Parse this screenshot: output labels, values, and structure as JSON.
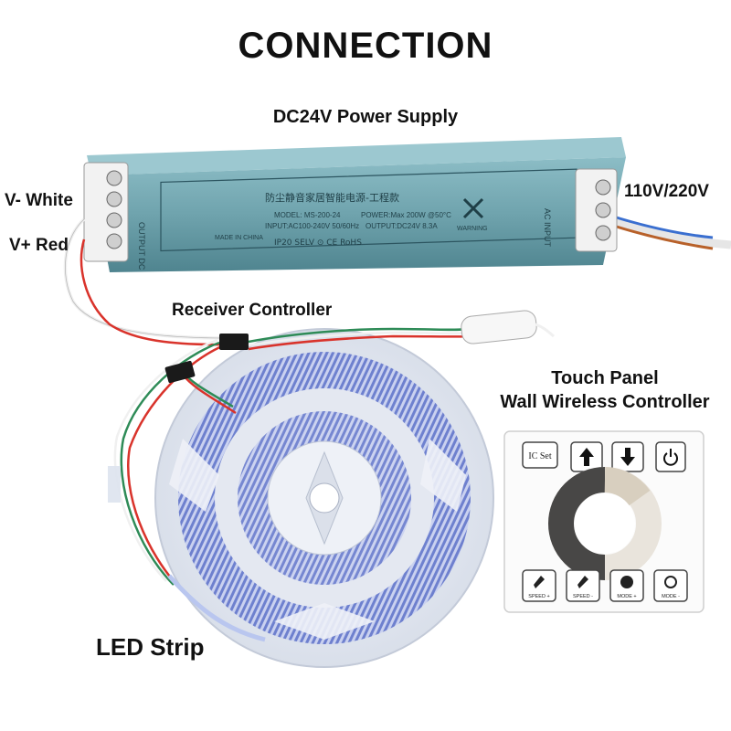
{
  "title": "CONNECTION",
  "power_supply": {
    "label": "DC24V Power Supply",
    "output_text": "OUTPUT DC",
    "input_text": "AC INPUT",
    "body_title": "防尘静音家居智能电源-工程款",
    "model_text": "MODEL: MS-200-24",
    "power_text": "POWER:Max 200W @50°C",
    "input_spec": "INPUT:AC100-240V 50/60Hz",
    "output_spec": "OUTPUT:DC24V  8.3A",
    "made_in": "MADE IN CHINA",
    "certs": "IP20  SELV  ⊙  CE  RoHS",
    "warning": "WARNING"
  },
  "labels": {
    "v_minus": "V- White",
    "v_plus": "V+ Red",
    "mains": "110V/220V",
    "receiver": "Receiver Controller",
    "touch_panel_line1": "Touch Panel",
    "touch_panel_line2": "Wall Wireless Controller",
    "led_strip": "LED Strip"
  },
  "panel": {
    "ic_set": "IC Set",
    "buttons": [
      "SPEED +",
      "SPEED -",
      "MODE +",
      "MODE -"
    ]
  },
  "colors": {
    "psu_body": "#6fa3ad",
    "wire_red": "#d9332b",
    "wire_green": "#2e8b57",
    "wire_white": "#e8e8e8"
  }
}
